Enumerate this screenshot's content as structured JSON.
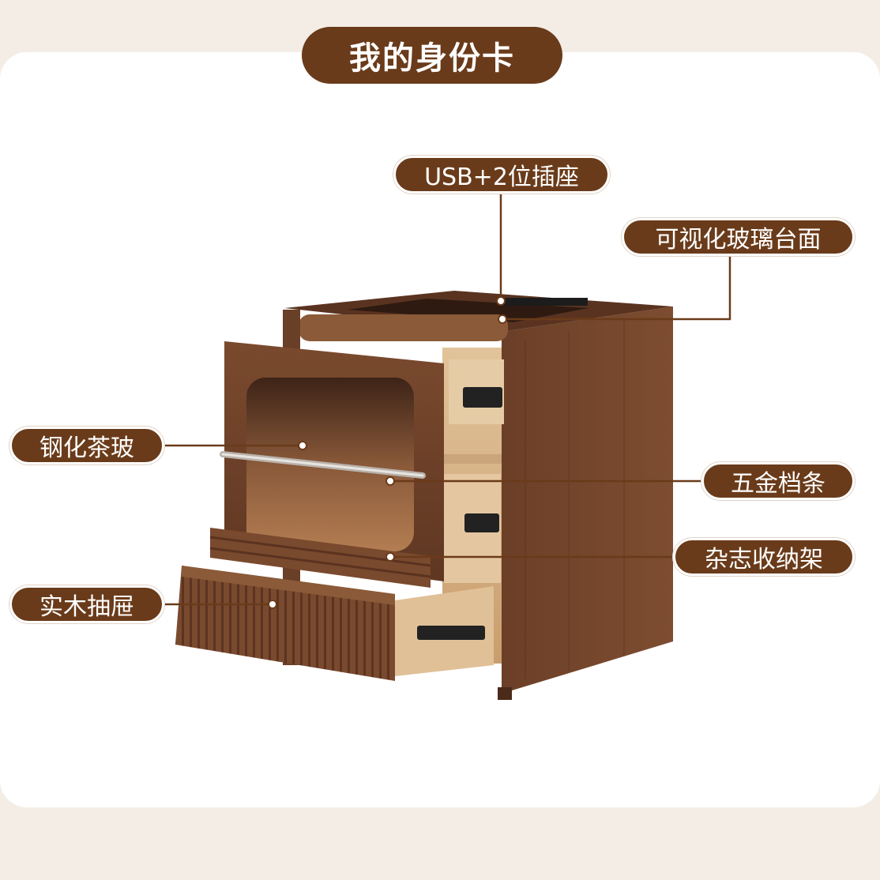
{
  "title": "我的身份卡",
  "colors": {
    "accent": "#6a3b1a",
    "wood_dark": "#5a3320",
    "wood_mid": "#7a4b30",
    "wood_light": "#d8b489",
    "card_bg": "#ffffff",
    "page_bg": "#f3ede6"
  },
  "callouts": {
    "usb_socket": "USB+2位插座",
    "glass_top": "可视化玻璃台面",
    "tempered_glass": "钢化茶玻",
    "hardware_bar": "五金档条",
    "magazine_rack": "杂志收纳架",
    "solid_drawer": "实木抽屉"
  }
}
